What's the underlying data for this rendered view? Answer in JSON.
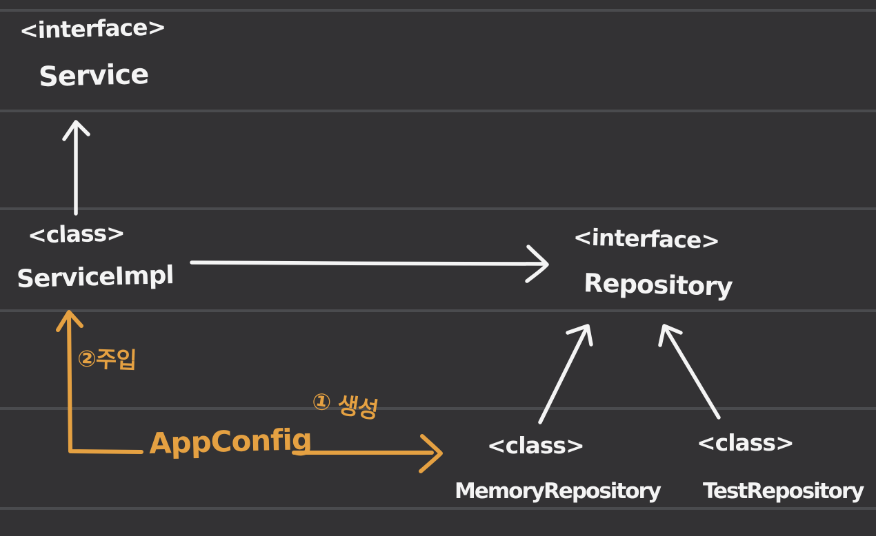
{
  "canvas": {
    "background": "#333234",
    "rule_color": "#4a4b4e",
    "ink_white": "#f4f4f4",
    "ink_orange": "#e5a142"
  },
  "nodes": {
    "service": {
      "stereotype": "<interface>",
      "name": "Service"
    },
    "service_impl": {
      "stereotype": "<class>",
      "name": "ServiceImpl"
    },
    "repository": {
      "stereotype": "<interface>",
      "name": "Repository"
    },
    "memory_repository": {
      "stereotype": "<class>",
      "name": "MemoryRepository"
    },
    "test_repository": {
      "stereotype": "<class>",
      "name": "TestRepository"
    },
    "app_config": {
      "name": "AppConfig"
    }
  },
  "annotations": {
    "inject": "②주입",
    "create": "① 생성"
  },
  "edges": [
    {
      "from": "ServiceImpl",
      "to": "Service",
      "color": "white",
      "meaning": "implements"
    },
    {
      "from": "ServiceImpl",
      "to": "Repository",
      "color": "white",
      "meaning": "depends-on"
    },
    {
      "from": "MemoryRepository",
      "to": "Repository",
      "color": "white",
      "meaning": "implements"
    },
    {
      "from": "TestRepository",
      "to": "Repository",
      "color": "white",
      "meaning": "implements"
    },
    {
      "from": "AppConfig",
      "to": "ServiceImpl",
      "color": "orange",
      "label": "②주입"
    },
    {
      "from": "AppConfig",
      "to": "MemoryRepository",
      "color": "orange",
      "label": "① 생성"
    }
  ]
}
